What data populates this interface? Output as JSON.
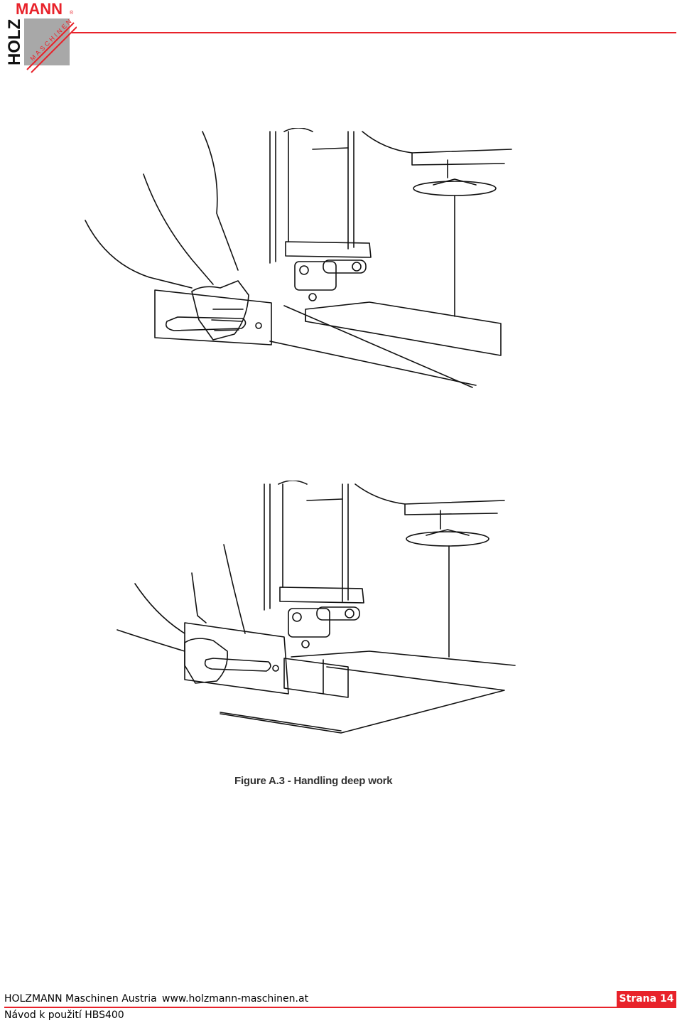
{
  "header": {
    "logo": {
      "text_top": "MANN",
      "text_side": "HOLZ",
      "text_diagonal": "MASCHINEN",
      "registered": "®",
      "brand_color": "#e8222a",
      "gray_color": "#a0a0a0"
    }
  },
  "main": {
    "figure_top": {
      "icon": "bandsaw-push-stick-illustration"
    },
    "figure_bottom": {
      "icon": "bandsaw-deep-work-illustration"
    },
    "caption": "Figure A.3 - Handling deep work"
  },
  "footer": {
    "company": "HOLZMANN Maschinen Austria",
    "url": "www.holzmann-maschinen.at",
    "manual": "Návod k použití HBS400",
    "page_label": "Strana 14",
    "accent_color": "#e8222a"
  }
}
